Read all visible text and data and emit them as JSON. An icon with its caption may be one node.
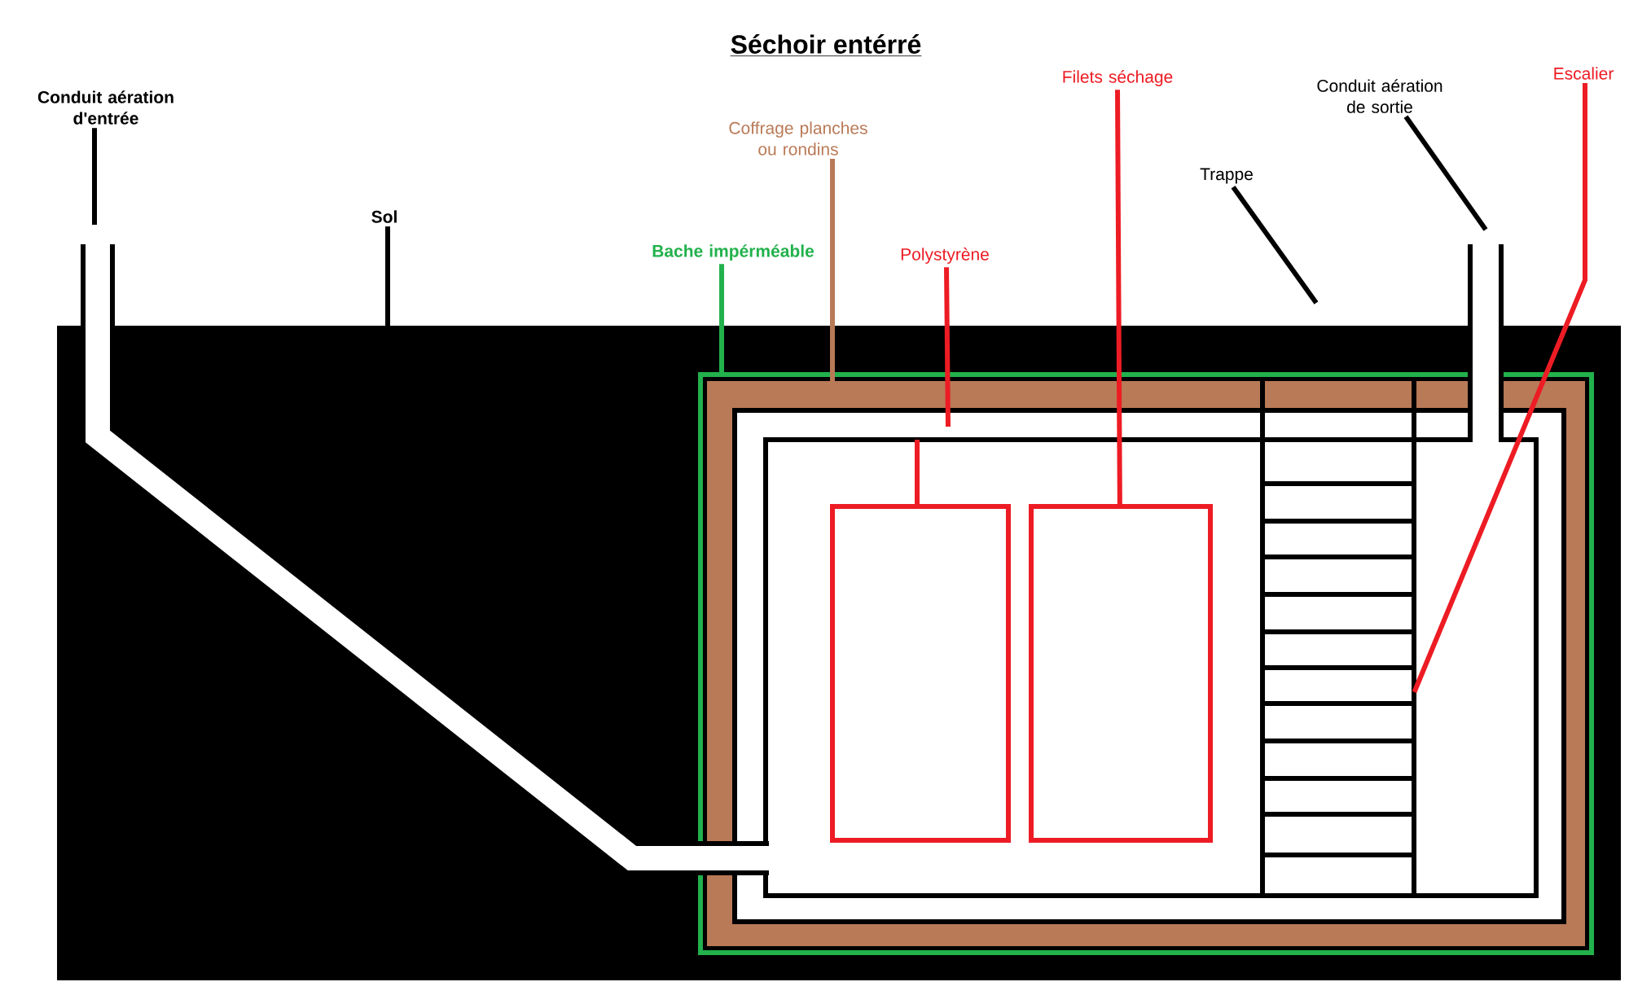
{
  "diagram": {
    "title": "Séchoir entérré",
    "nodes": [
      {
        "text": [
          "Conduit aération d'entrée"
        ]
      },
      {
        "text": [
          "Sol"
        ]
      },
      {
        "text": [
          "Coffrage planches ou rondins"
        ]
      },
      {
        "text": [
          "Bache impérméable"
        ]
      },
      {
        "text": [
          "Polystyrène"
        ]
      },
      {
        "text": [
          "Filets séchage"
        ]
      },
      {
        "text": [
          "Trappe"
        ]
      },
      {
        "text": [
          "Conduit aération de sortie"
        ]
      },
      {
        "text": [
          "Escalier"
        ]
      },
      {
        "text": [],
        "shape": "box"
      },
      {
        "text": [],
        "shape": "box"
      },
      {
        "text": [],
        "shape": "stairs"
      }
    ],
    "edges": [
      {
        "from": 0,
        "to": null,
        "arrow": "none"
      },
      {
        "from": 1,
        "to": null,
        "arrow": "none"
      },
      {
        "from": 2,
        "to": null,
        "arrow": "none",
        "color": "#b97a57"
      },
      {
        "from": 3,
        "to": null,
        "arrow": "none",
        "color": "#22b14c"
      },
      {
        "from": 4,
        "to": null,
        "arrow": "none",
        "color": "#ed1c24"
      },
      {
        "from": 5,
        "to": 10,
        "arrow": "none",
        "color": "#ed1c24"
      },
      {
        "from": 6,
        "to": null,
        "arrow": "none"
      },
      {
        "from": 7,
        "to": null,
        "arrow": "none"
      },
      {
        "from": 8,
        "to": 11,
        "arrow": "none",
        "color": "#ed1c24"
      }
    ]
  }
}
